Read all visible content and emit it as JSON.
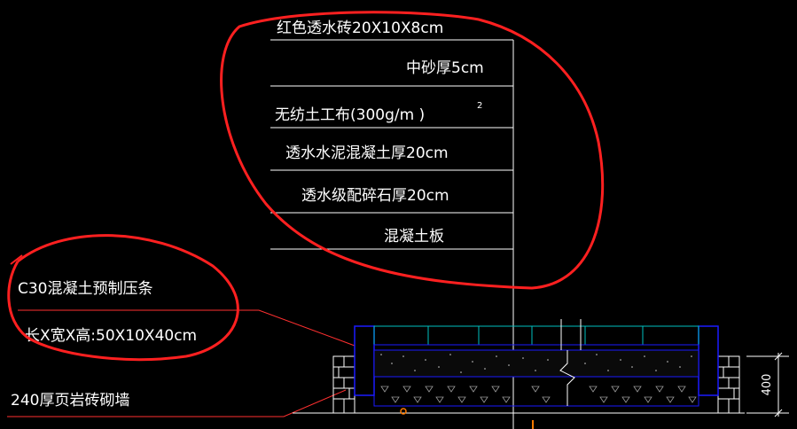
{
  "layers": [
    {
      "id": "layer-1",
      "text": "红色透水砖20X10X8cm"
    },
    {
      "id": "layer-2",
      "text": "中砂厚5cm"
    },
    {
      "id": "layer-3",
      "text": "无纺土工布(300g/m )"
    },
    {
      "id": "layer-4",
      "text": "透水水泥混凝土厚20cm"
    },
    {
      "id": "layer-5",
      "text": "透水级配碎石厚20cm"
    },
    {
      "id": "layer-6",
      "text": "混凝土板"
    }
  ],
  "superscript": "2",
  "curb": {
    "line1": "C30混凝土预制压条",
    "line2": "长X宽X高:50X10X40cm"
  },
  "wall": {
    "text": "240厚页岩砖砌墙"
  },
  "dimension": {
    "value": "400"
  },
  "colors": {
    "background": "#000000",
    "line": "#ffffff",
    "annotation": "#ff2020",
    "structure": "#1a1aff",
    "paver": "#00c0c0",
    "leader": "#ff3030"
  }
}
